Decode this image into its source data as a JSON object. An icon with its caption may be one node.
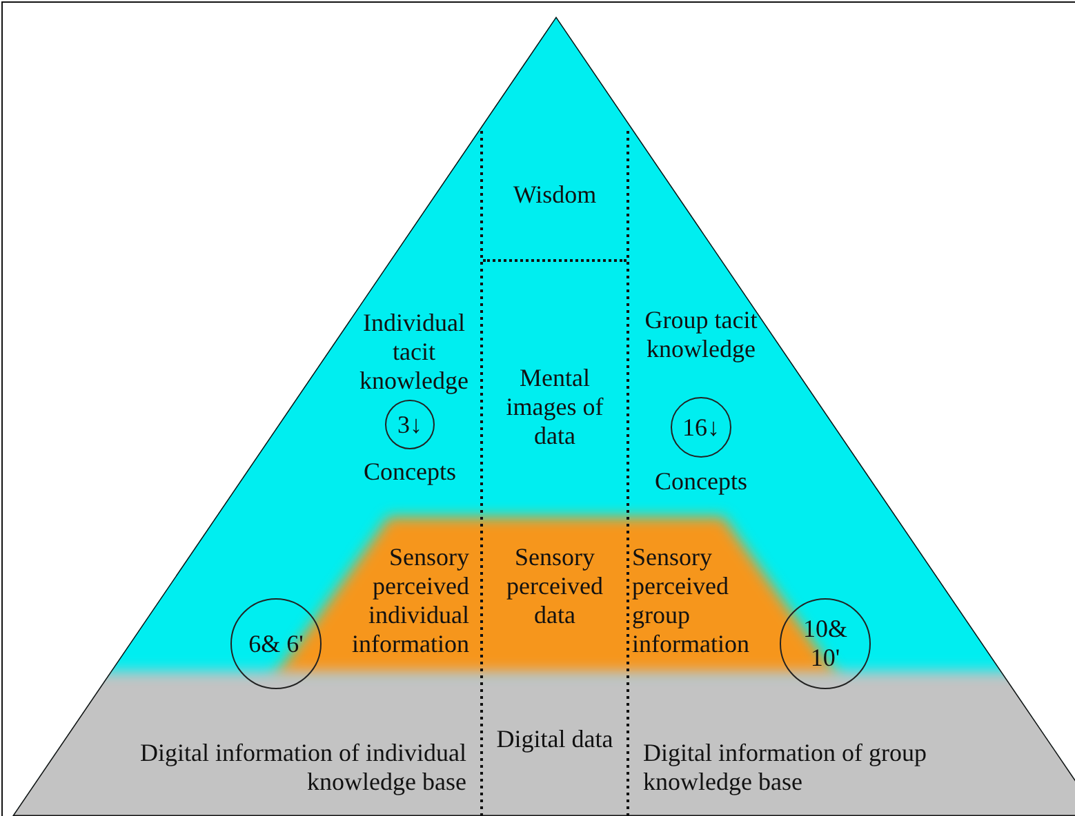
{
  "diagram": {
    "nodes": [
      {
        "text": [
          "Wisdom"
        ]
      },
      {
        "text": [
          "3↓"
        ]
      },
      {
        "text": [
          "16↓"
        ]
      },
      {
        "text": [
          "6& 6'"
        ]
      },
      {
        "text": [
          "10& 10'"
        ]
      }
    ],
    "labels": [
      "Individual tacit knowledge",
      "Mental images of data",
      "Group tacit knowledge",
      "Concepts",
      "Concepts",
      "Sensory perceived individual information",
      "Sensory perceived data",
      "Sensory perceived group information",
      "Digital information of individual knowledge base",
      "Digital data",
      "Digital information of group knowledge base"
    ]
  }
}
